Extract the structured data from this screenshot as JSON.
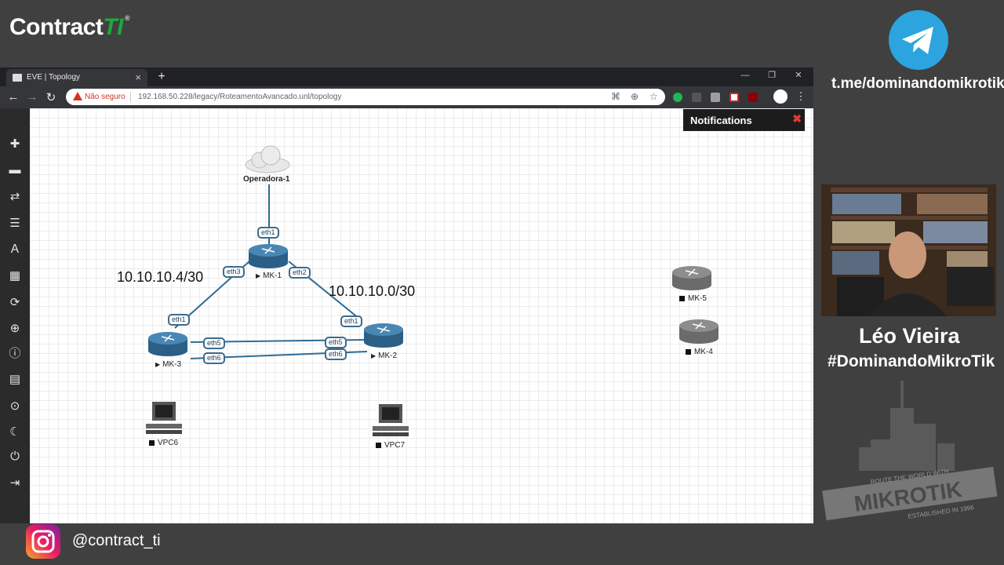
{
  "brand": {
    "name_main": "Contract",
    "name_accent": "TI",
    "reg": "®"
  },
  "telegram": {
    "handle": "t.me/dominandomikrotik"
  },
  "browser": {
    "tab_title": "EVE | Topology",
    "security_label": "Não seguro",
    "url": "192.168.50.228/legacy/RoteamentoAvancado.unl/topology"
  },
  "notifications": {
    "label": "Notifications"
  },
  "topology": {
    "cloud": "Operadora-1",
    "nodes": {
      "mk1": "MK-1",
      "mk2": "MK-2",
      "mk3": "MK-3",
      "mk4": "MK-4",
      "mk5": "MK-5",
      "vpc6": "VPC6",
      "vpc7": "VPC7"
    },
    "interfaces": {
      "eth1": "eth1",
      "eth2": "eth2",
      "eth3": "eth3",
      "eth5": "eth5",
      "eth6": "eth6"
    },
    "networks": {
      "left": "10.10.10.4/30",
      "right": "10.10.10.0/30"
    }
  },
  "presenter": {
    "name": "Léo Vieira",
    "hashtag": "#DominandoMikroTik"
  },
  "logo_mikrotik": {
    "line1": "ROUTE THE WORLD WITH",
    "line2": "MIKROTIK",
    "line3": "ESTABLISHED IN 1996"
  },
  "instagram": {
    "handle": "@contract_ti"
  }
}
